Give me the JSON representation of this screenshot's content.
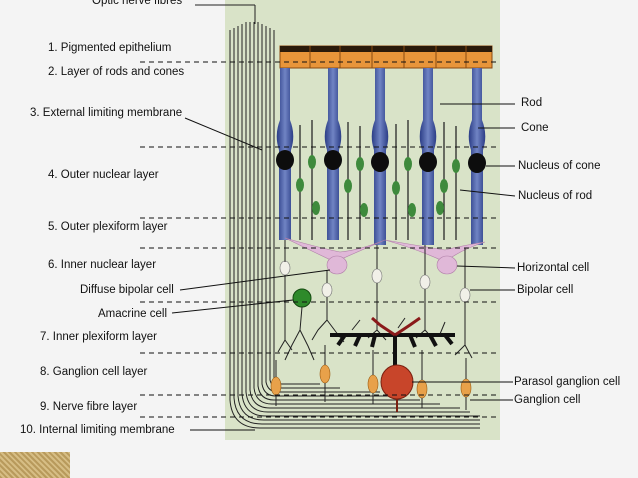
{
  "title_label": "Optic nerve fibres",
  "left_labels": [
    "1. Pigmented epithelium",
    "2. Layer of rods and cones",
    "3. External limiting membrane",
    "4. Outer nuclear layer",
    "5. Outer plexiform layer",
    "6. Inner nuclear layer",
    "Diffuse bipolar cell",
    "Amacrine cell",
    "7. Inner plexiform layer",
    "8. Ganglion cell layer",
    "9. Nerve fibre layer",
    "10. Internal limiting membrane"
  ],
  "right_labels": [
    "Rod",
    "Cone",
    "Nucleus of cone",
    "Nucleus of rod",
    "Horizontal cell",
    "Bipolar cell",
    "Parasol ganglion cell",
    "Ganglion cell"
  ],
  "colors": {
    "panel": "#d9e3c8",
    "epithelium": "#e8953a",
    "photoreceptor": "#4a5ea8",
    "nucleus_cone": "#0d0d0d",
    "nucleus_rod": "#3e8a3c",
    "horizontal": "#e0b8d8",
    "amacrine": "#2e8a2a",
    "ganglion": "#e8a14a",
    "parasol": "#c8452a"
  }
}
